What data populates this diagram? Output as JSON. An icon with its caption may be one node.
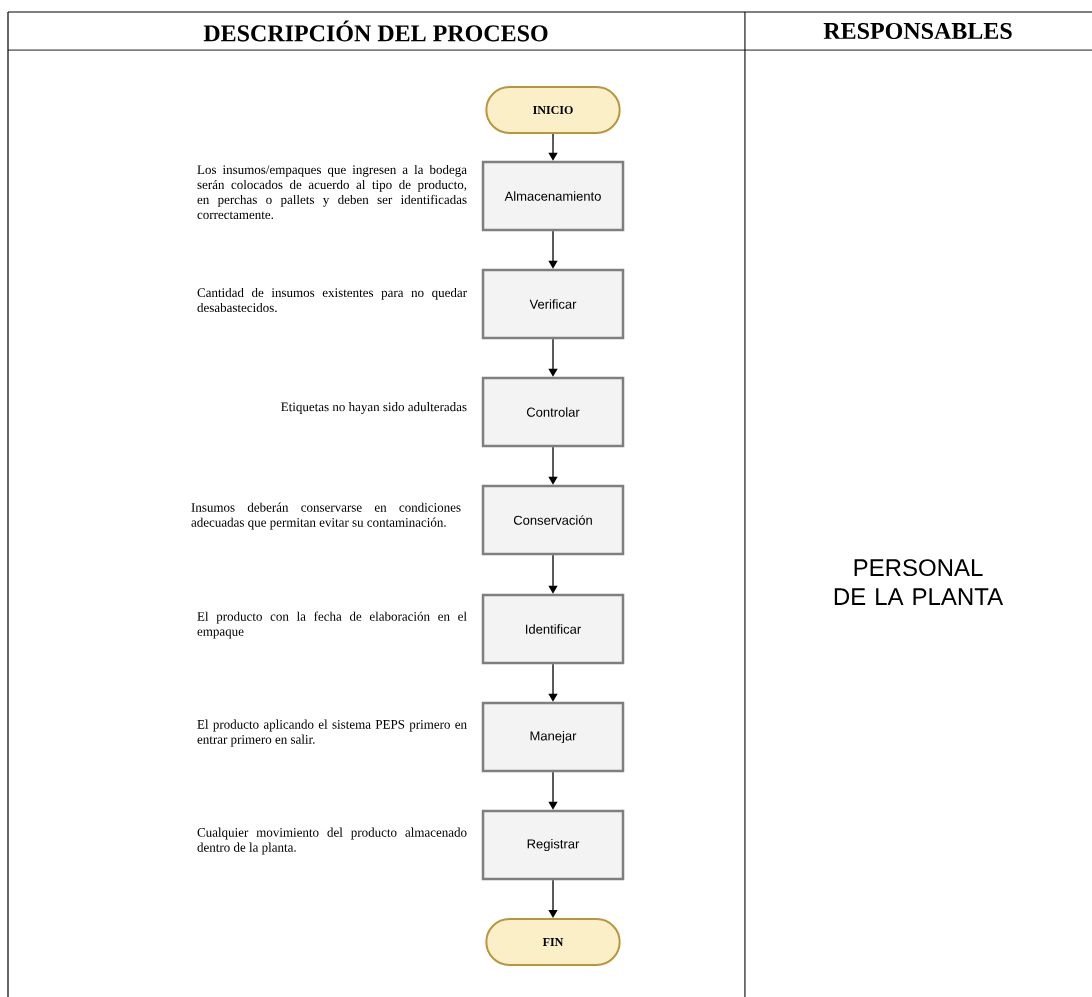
{
  "diagram": {
    "nodes": [
      {
        "text": [
          "INICIO"
        ]
      },
      {
        "text": [
          "Almacenamiento"
        ],
        "beside": [
          "Los insumos/empaques que ingresen a la bodega serán colocados de acuerdo al tipo de producto, en perchas o pallets y deben ser identificadas correctamente."
        ]
      },
      {
        "text": [
          "Verificar"
        ],
        "beside": [
          "Cantidad de insumos existentes para no quedar desabastecidos."
        ]
      },
      {
        "text": [
          "Controlar"
        ],
        "beside": [
          "Etiquetas no hayan sido adulteradas"
        ]
      },
      {
        "text": [
          "Conservación"
        ],
        "beside": [
          "Insumos deberán conservarse en condiciones adecuadas que permitan evitar su contaminación."
        ]
      },
      {
        "text": [
          "Identificar"
        ],
        "beside": [
          "El producto con la fecha de elaboración en el empaque"
        ]
      },
      {
        "text": [
          "Manejar"
        ],
        "beside": [
          "El producto aplicando el sistema PEPS primero en entrar primero en salir."
        ]
      },
      {
        "text": [
          "Registrar"
        ],
        "beside": [
          "Cualquier movimiento del producto almacenado dentro de la planta."
        ]
      },
      {
        "text": [
          "FIN"
        ]
      }
    ],
    "edges": [
      {
        "from": 0,
        "to": 1,
        "arrow": "to"
      },
      {
        "from": 1,
        "to": 2,
        "arrow": "to"
      },
      {
        "from": 2,
        "to": 3,
        "arrow": "to"
      },
      {
        "from": 3,
        "to": 4,
        "arrow": "to"
      },
      {
        "from": 4,
        "to": 5,
        "arrow": "to"
      },
      {
        "from": 5,
        "to": 6,
        "arrow": "to"
      },
      {
        "from": 6,
        "to": 7,
        "arrow": "to"
      },
      {
        "from": 7,
        "to": 8,
        "arrow": "to"
      }
    ],
    "labels": [
      "DESCRIPCIÓN DEL PROCESO",
      "RESPONSABLES",
      "PERSONAL DE LA PLANTA"
    ]
  }
}
